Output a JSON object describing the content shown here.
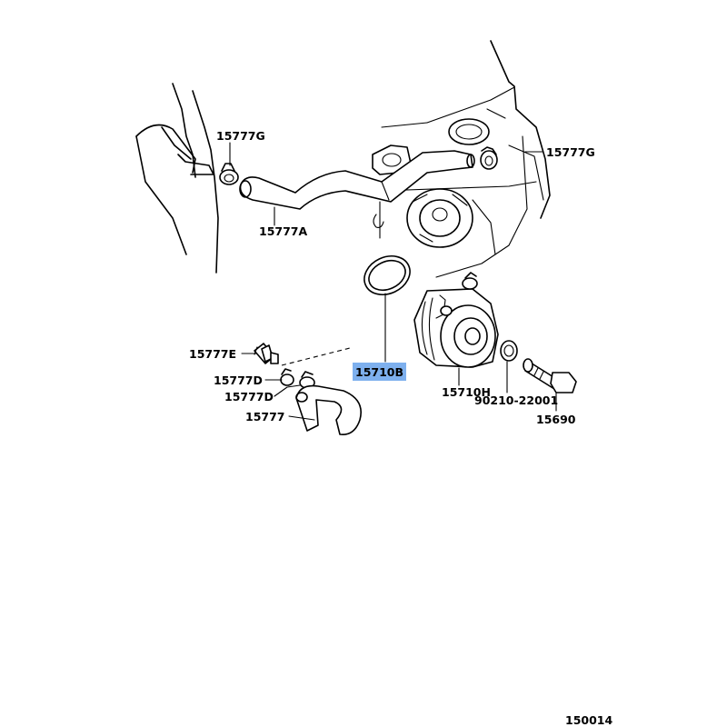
{
  "diagram": {
    "labels": {
      "clip_upper_left": "15777G",
      "clip_upper_right": "15777G",
      "hose_upper": "15777A",
      "fitting": "15777E",
      "clip_lower_1": "15777D",
      "clip_lower_2": "15777D",
      "hose_lower": "15777",
      "o_ring": "15710B",
      "cooler": "15710H",
      "gasket": "90210-22001",
      "union_bolt": "15690"
    },
    "highlighted_part": "15710B",
    "highlight_color": "#7eb0ee",
    "figure_number": "150014"
  }
}
